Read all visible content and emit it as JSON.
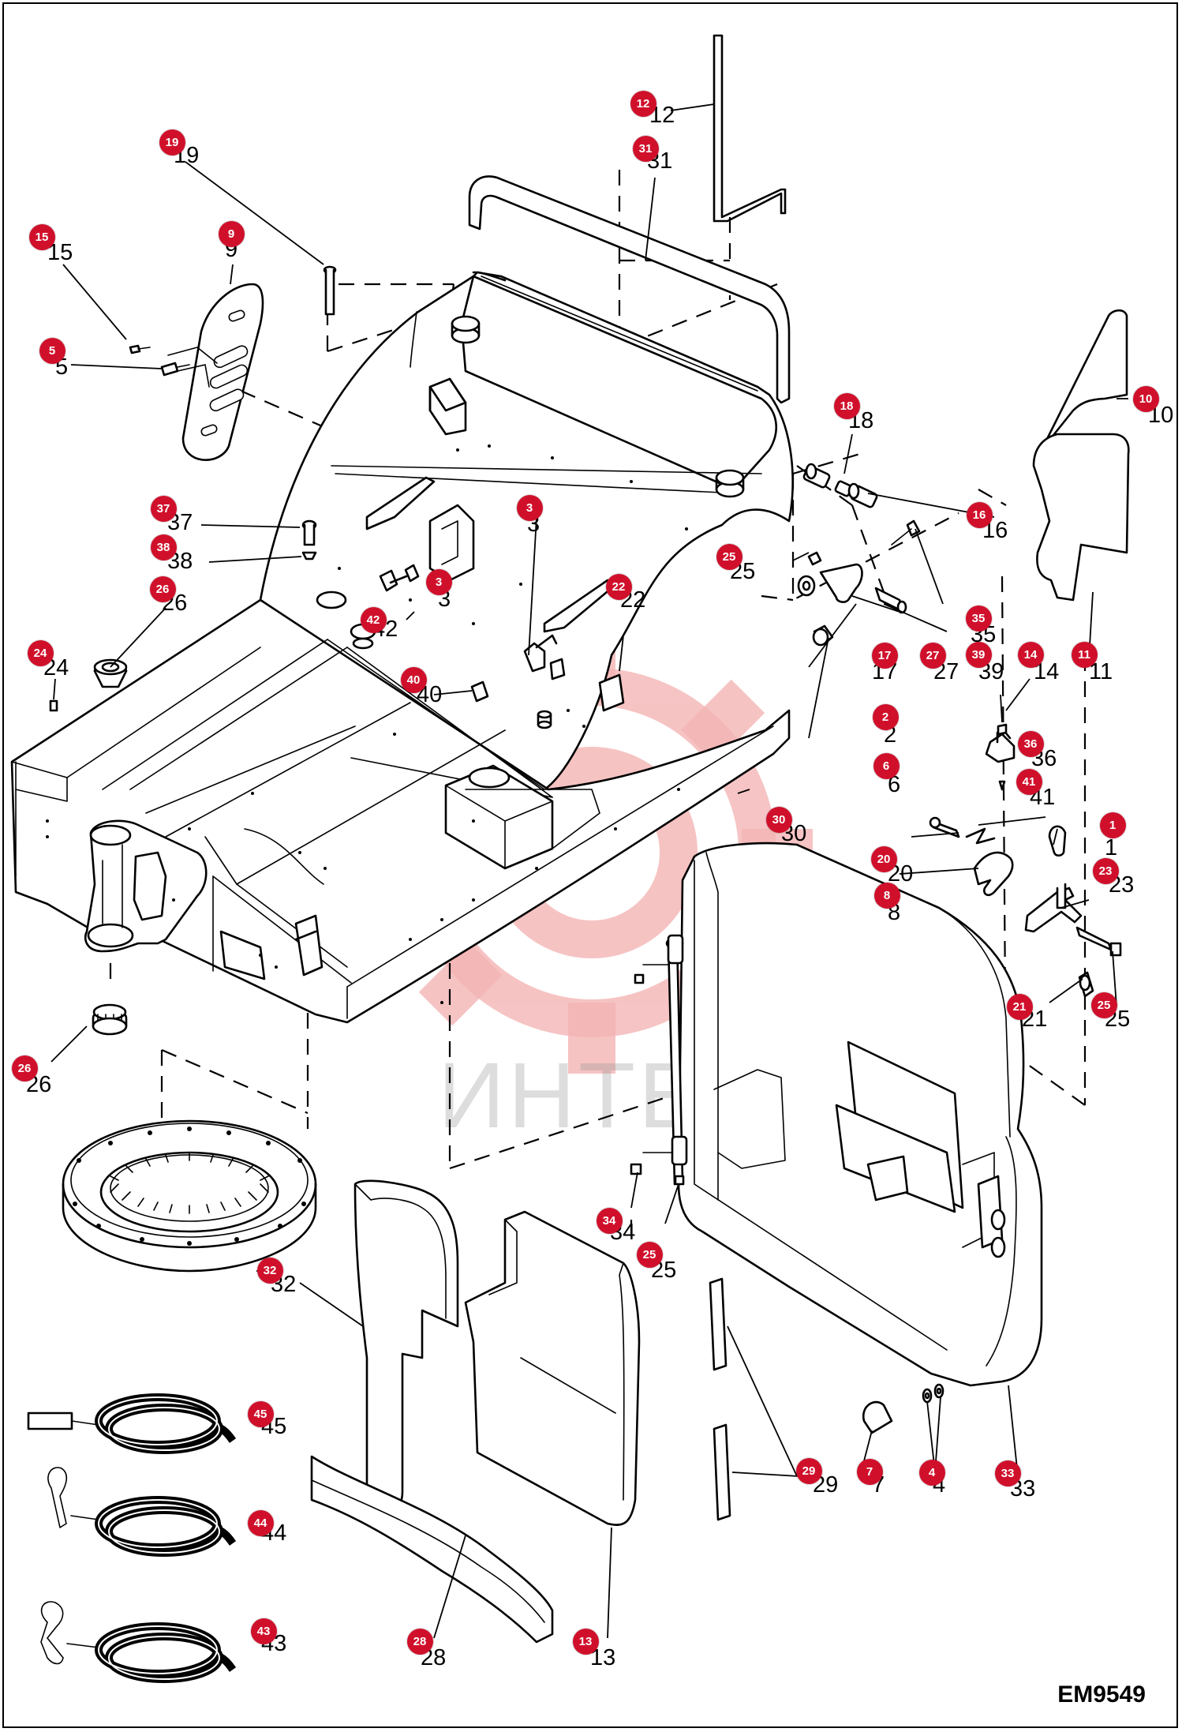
{
  "diagram": {
    "drawing_code": "EM9549",
    "watermark_text": "ИНТЕХ",
    "colors": {
      "hotspot": "#d0102b",
      "line": "#000000",
      "watermark": "#f2b3b3"
    },
    "hotspots": [
      {
        "id": "1",
        "label": "1"
      },
      {
        "id": "2",
        "label": "2"
      },
      {
        "id": "3a",
        "label": "3"
      },
      {
        "id": "3b",
        "label": "3"
      },
      {
        "id": "4",
        "label": "4"
      },
      {
        "id": "5",
        "label": "5"
      },
      {
        "id": "6",
        "label": "6"
      },
      {
        "id": "7",
        "label": "7"
      },
      {
        "id": "8",
        "label": "8"
      },
      {
        "id": "9",
        "label": "9"
      },
      {
        "id": "10",
        "label": "10"
      },
      {
        "id": "11",
        "label": "11"
      },
      {
        "id": "12",
        "label": "12"
      },
      {
        "id": "13",
        "label": "13"
      },
      {
        "id": "14",
        "label": "14"
      },
      {
        "id": "15",
        "label": "15"
      },
      {
        "id": "16",
        "label": "16"
      },
      {
        "id": "17",
        "label": "17"
      },
      {
        "id": "18",
        "label": "18"
      },
      {
        "id": "19",
        "label": "19"
      },
      {
        "id": "20",
        "label": "20"
      },
      {
        "id": "21",
        "label": "21"
      },
      {
        "id": "22",
        "label": "22"
      },
      {
        "id": "23",
        "label": "23"
      },
      {
        "id": "24",
        "label": "24"
      },
      {
        "id": "25a",
        "label": "25"
      },
      {
        "id": "25b",
        "label": "25"
      },
      {
        "id": "25c",
        "label": "25"
      },
      {
        "id": "26a",
        "label": "26"
      },
      {
        "id": "26b",
        "label": "26"
      },
      {
        "id": "27",
        "label": "27"
      },
      {
        "id": "28",
        "label": "28"
      },
      {
        "id": "29",
        "label": "29"
      },
      {
        "id": "30",
        "label": "30"
      },
      {
        "id": "31",
        "label": "31"
      },
      {
        "id": "32",
        "label": "32"
      },
      {
        "id": "33",
        "label": "33"
      },
      {
        "id": "34",
        "label": "34"
      },
      {
        "id": "35",
        "label": "35"
      },
      {
        "id": "36",
        "label": "36"
      },
      {
        "id": "37",
        "label": "37"
      },
      {
        "id": "38",
        "label": "38"
      },
      {
        "id": "39",
        "label": "39"
      },
      {
        "id": "40",
        "label": "40"
      },
      {
        "id": "41",
        "label": "41"
      },
      {
        "id": "42",
        "label": "42"
      },
      {
        "id": "43",
        "label": "43"
      },
      {
        "id": "44",
        "label": "44"
      },
      {
        "id": "45",
        "label": "45"
      }
    ]
  }
}
